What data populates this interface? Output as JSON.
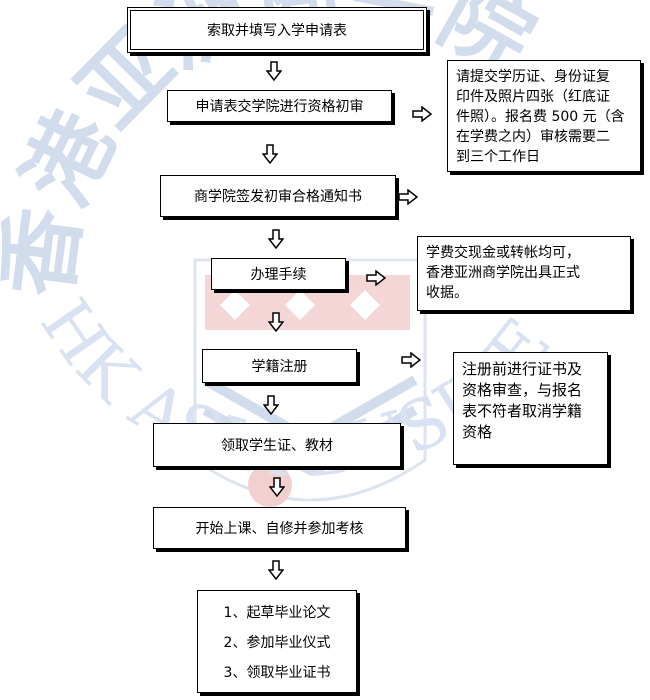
{
  "watermark": {
    "chinese": "香港亚洲商学院",
    "english": "HK ASIA BUSINESS COLLEGE"
  },
  "steps": [
    "索取并填写入学申请表",
    "申请表交学院进行资格初审",
    "商学院签发初审合格通知书",
    "办理手续",
    "学籍注册",
    "领取学生证、教材",
    "开始上课、自修并参加考核"
  ],
  "final_items": [
    "1、起草毕业论文",
    "2、参加毕业仪式",
    "3、领取毕业证书"
  ],
  "notes": {
    "documents": [
      "请提交学历证、身份证复",
      "印件及照片四张（红底证",
      "件照）。报名费 500 元（含",
      "在学费之内）审核需要二",
      "到三个工作日"
    ],
    "payment": [
      "学费交现金或转帐均可，",
      "香港亚洲商学院出具正式",
      "收据。"
    ],
    "registration": [
      "注册前进行证书及",
      "资格审查，与报名",
      "表不符者取消学籍",
      "资格"
    ]
  },
  "colors": {
    "watermark_blue": "#c9d6ea",
    "watermark_red": "#f2c8c8",
    "border": "#000000"
  }
}
